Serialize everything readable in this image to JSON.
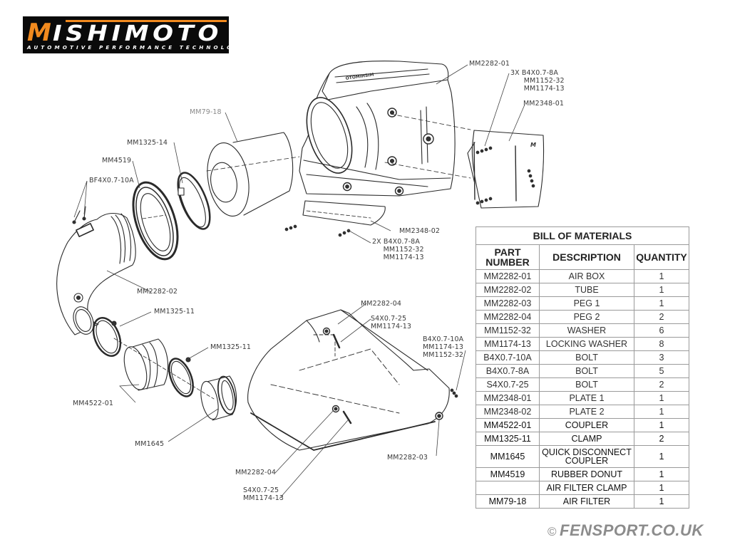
{
  "logo": {
    "brand": "MISHIMOTO",
    "tagline": "AUTOMOTIVE PERFORMANCE TECHNOLOGY",
    "colors": {
      "background": "#0a0a0a",
      "accent": "#f28a1e",
      "text": "#ffffff"
    }
  },
  "callouts": {
    "mm2282_01": "MM2282-01",
    "bolt_group_top": "3X B4X0.7-8A\n      MM1152-32\n      MM1174-13",
    "mm2348_01": "MM2348-01",
    "mm79_18": "MM79-18",
    "mm1325_14": "MM1325-14",
    "mm4519": "MM4519",
    "bf4x07_10a": "BF4X0.7-10A",
    "mm2348_02": "MM2348-02",
    "bolt_group_mid": "2X B4X0.7-8A\n     MM1152-32\n     MM1174-13",
    "mm2282_02": "MM2282-02",
    "mm1325_11_a": "MM1325-11",
    "mm1325_11_b": "MM1325-11",
    "mm2282_04_top": "MM2282-04",
    "s4x07_25_top": "S4X0.7-25\nMM1174-13",
    "bolt_group_right": "B4X0.7-10A\nMM1174-13\nMM1152-32",
    "mm4522_01": "MM4522-01",
    "mm1645": "MM1645",
    "mm2282_03": "MM2282-03",
    "mm2282_04_bottom": "MM2282-04",
    "s4x07_25_bottom": "S4X0.7-25\nMM1174-13"
  },
  "bom": {
    "title": "BILL OF MATERIALS",
    "headers": [
      "PART NUMBER",
      "DESCRIPTION",
      "QUANTITY"
    ],
    "rows": [
      {
        "part": "MM2282-01",
        "description": "AIR BOX",
        "quantity": "1"
      },
      {
        "part": "MM2282-02",
        "description": "TUBE",
        "quantity": "1"
      },
      {
        "part": "MM2282-03",
        "description": "PEG 1",
        "quantity": "1"
      },
      {
        "part": "MM2282-04",
        "description": "PEG 2",
        "quantity": "2"
      },
      {
        "part": "MM1152-32",
        "description": "WASHER",
        "quantity": "6"
      },
      {
        "part": "MM1174-13",
        "description": "LOCKING WASHER",
        "quantity": "8"
      },
      {
        "part": "B4X0.7-10A",
        "description": "BOLT",
        "quantity": "3"
      },
      {
        "part": "B4X0.7-8A",
        "description": "BOLT",
        "quantity": "5"
      },
      {
        "part": "S4X0.7-25",
        "description": "BOLT",
        "quantity": "2"
      },
      {
        "part": "MM2348-01",
        "description": "PLATE 1",
        "quantity": "1"
      },
      {
        "part": "MM2348-02",
        "description": "PLATE 2",
        "quantity": "1"
      },
      {
        "part": "MM4522-01",
        "description": "COUPLER",
        "quantity": "1"
      },
      {
        "part": "MM1325-11",
        "description": "CLAMP",
        "quantity": "2"
      },
      {
        "part": "MM1645",
        "description": "QUICK DISCONNECT COUPLER",
        "quantity": "1"
      },
      {
        "part": "MM4519",
        "description": "RUBBER DONUT",
        "quantity": "1"
      },
      {
        "part": "",
        "description": "AIR FILTER CLAMP",
        "quantity": "1"
      },
      {
        "part": "MM79-18",
        "description": "AIR FILTER",
        "quantity": "1"
      }
    ]
  },
  "watermark": {
    "symbol": "©",
    "text": "FENSPORT.CO.UK"
  }
}
